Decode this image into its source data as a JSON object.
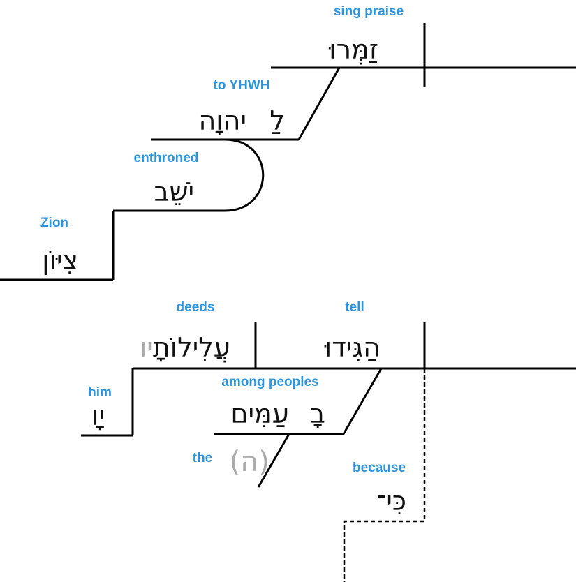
{
  "words": {
    "sing_praise": {
      "gloss": "sing praise",
      "hebrew": "זַמְּרוּ"
    },
    "to_yhwh": {
      "gloss": "to YHWH",
      "prep": "לַ",
      "noun": "יהוָה"
    },
    "enthroned": {
      "gloss": "enthroned",
      "hebrew": "יֹשֵׁב"
    },
    "zion": {
      "gloss": "Zion",
      "hebrew": "צִיּוֹן"
    },
    "deeds": {
      "gloss": "deeds",
      "hebrew_main": "עֲלִילוֹתָ",
      "hebrew_suffix": "יו"
    },
    "tell": {
      "gloss": "tell",
      "hebrew": "הַגִּידוּ"
    },
    "him": {
      "gloss": "him",
      "hebrew": "ָיו"
    },
    "among_peoples": {
      "gloss": "among peoples",
      "prep": "בָ",
      "noun": "עַמִּים"
    },
    "the": {
      "gloss": "the",
      "hebrew": "(ה)"
    },
    "because": {
      "gloss": "because",
      "hebrew": "כִּי־"
    }
  },
  "colors": {
    "gloss": "#2b95e0",
    "hebrew": "#111111",
    "implied": "#aaaaaa",
    "lines": "#000000"
  }
}
